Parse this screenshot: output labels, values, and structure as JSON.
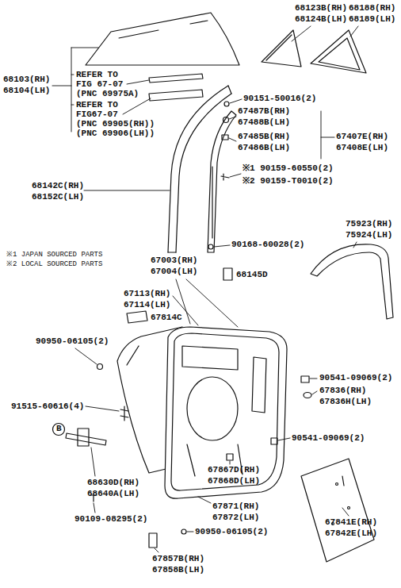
{
  "diagram": {
    "labels": [
      "68123B(RH)",
      "68124B(LH)",
      "68188(RH)",
      "68189(LH)",
      "68103(RH)",
      "68104(LH)",
      "REFER TO",
      "FIG 67-07",
      "(PNC 69975A)",
      "90151-50016(2)",
      "REFER TO",
      "FIG67-07",
      "(PNC 69905(RH))",
      "(PNC 69906(LH))",
      "67487B(RH)",
      "67488B(LH)",
      "67485B(RH)",
      "67486B(LH)",
      "67407E(RH)",
      "67408E(LH)",
      "※1 90159-60550(2)",
      "※2 90159-T0010(2)",
      "68142C(RH)",
      "68152C(LH)",
      "75923(RH)",
      "75924(LH)",
      "90168-60028(2)",
      "※1 JAPAN SOURCED PARTS",
      "※2 LOCAL SOURCED PARTS",
      "67003(RH)",
      "67004(LH)",
      "68145D",
      "67113(RH)",
      "67114(LH)",
      "67814C",
      "90950-06105(2)",
      "90541-09069(2)",
      "67836(RH)",
      "67836H(LH)",
      "91515-60616(4)",
      "B",
      "90541-09069(2)",
      "67867D(RH)",
      "67868D(LH)",
      "68630D(RH)",
      "68640A(LH)",
      "67871(RH)",
      "67872(LH)",
      "90109-08295(2)",
      "67841E(RH)",
      "67842E(LH)",
      "90950-06105(2)",
      "67857B(RH)",
      "67858B(LH)"
    ]
  }
}
